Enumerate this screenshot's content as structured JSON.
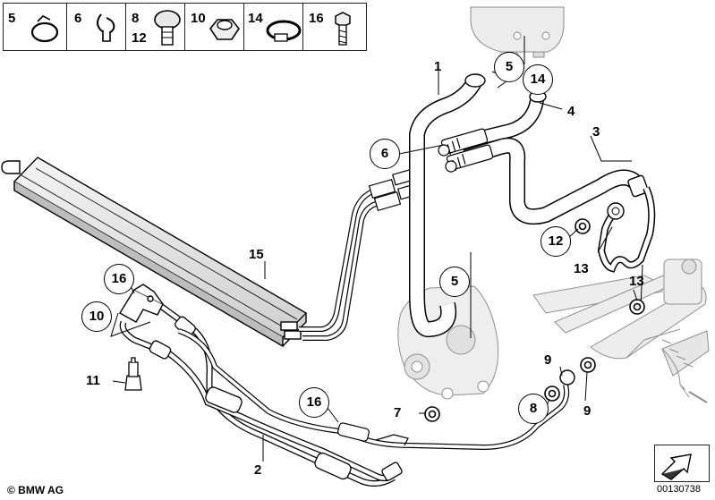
{
  "legend": {
    "items": [
      {
        "nums": [
          "5"
        ],
        "icon": "hose-clamp-icon"
      },
      {
        "nums": [
          "6"
        ],
        "icon": "hose-clip-icon"
      },
      {
        "nums": [
          "8",
          "12"
        ],
        "icon": "banjo-bolt-icon"
      },
      {
        "nums": [
          "10"
        ],
        "icon": "hex-nut-icon"
      },
      {
        "nums": [
          "14"
        ],
        "icon": "clamp-band-icon"
      },
      {
        "nums": [
          "16"
        ],
        "icon": "screw-icon"
      }
    ]
  },
  "callouts": {
    "plain": [
      "1",
      "4",
      "3",
      "15",
      "13",
      "13",
      "11",
      "9",
      "7",
      "9",
      "2"
    ],
    "circled": [
      "5",
      "14",
      "6",
      "5",
      "12",
      "16",
      "10",
      "16",
      "8"
    ]
  },
  "footer": {
    "brand": "© BMW AG",
    "image_number": "00130738"
  },
  "colors": {
    "line": "#000000",
    "part_fill": "#ffffff",
    "shade": "#d9d9d9",
    "ghost": "#9a9a9a"
  }
}
